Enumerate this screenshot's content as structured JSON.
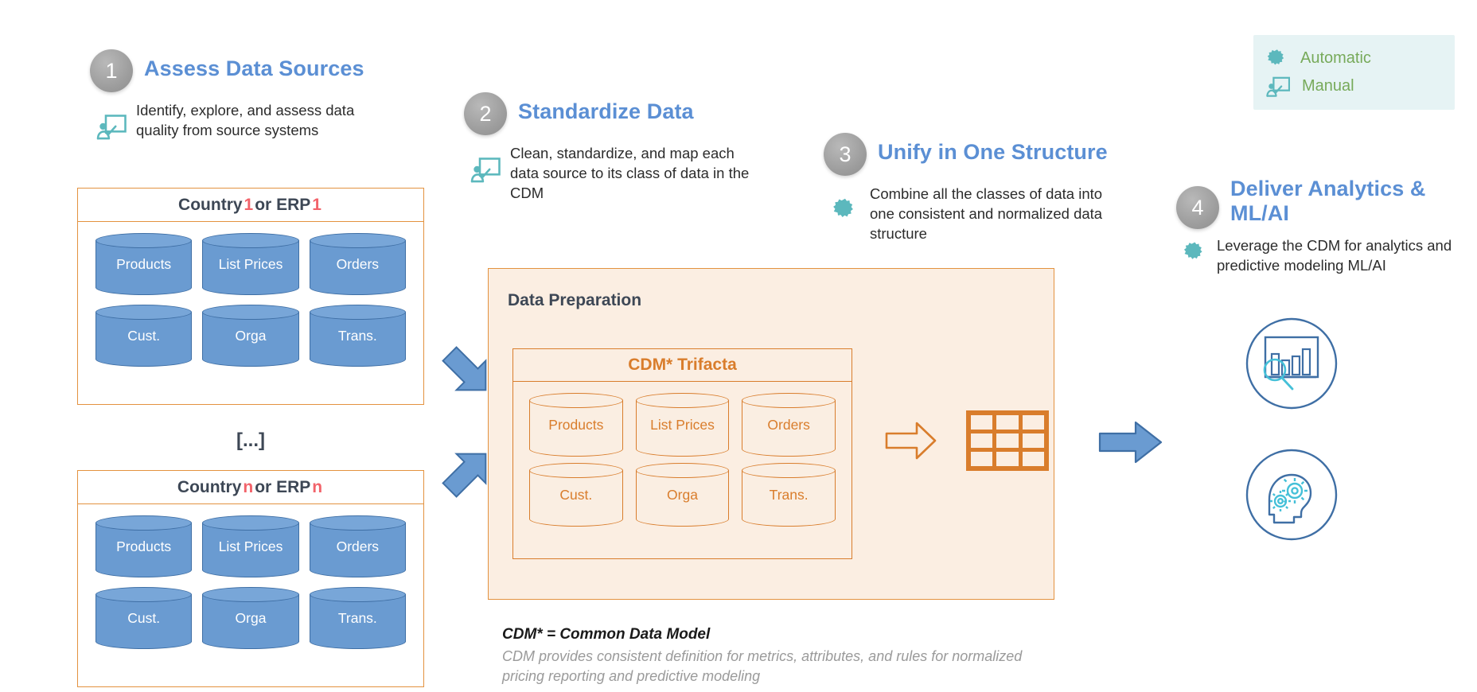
{
  "legend": {
    "items": [
      {
        "icon": "gear-icon",
        "label": "Automatic"
      },
      {
        "icon": "manual-presenter-icon",
        "label": "Manual"
      }
    ],
    "background_color": "#e6f3f4",
    "label_color": "#77aa5a"
  },
  "steps": [
    {
      "number": "1",
      "title": "Assess Data Sources",
      "description": "Identify, explore, and assess data quality from source systems",
      "icon": "manual-presenter-icon"
    },
    {
      "number": "2",
      "title": "Standardize Data",
      "description": "Clean, standardize, and map each data source to its class of data in the CDM",
      "icon": "manual-presenter-icon"
    },
    {
      "number": "3",
      "title": "Unify in One Structure",
      "description": "Combine all the classes of data into one consistent and normalized data structure",
      "icon": "gear-icon"
    },
    {
      "number": "4",
      "title": "Deliver Analytics & ML/AI",
      "description": "Leverage the CDM for analytics and predictive modeling ML/AI",
      "icon": "gear-icon"
    }
  ],
  "sources": [
    {
      "header_prefix": "Country ",
      "header_index": "1",
      "header_middle": " or ERP ",
      "header_index2": "1",
      "cylinders": [
        "Products",
        "List Prices",
        "Orders",
        "Cust.",
        "Orga",
        "Trans."
      ]
    },
    {
      "header_prefix": "Country ",
      "header_index": "n",
      "header_middle": " or ERP ",
      "header_index2": "n",
      "cylinders": [
        "Products",
        "List Prices",
        "Orders",
        "Cust.",
        "Orga",
        "Trans."
      ]
    }
  ],
  "ellipsis": "[...]",
  "preparation": {
    "title": "Data Preparation",
    "cdm_title": "CDM* Trifacta",
    "cylinders": [
      "Products",
      "List Prices",
      "Orders",
      "Cust.",
      "Orga",
      "Trans."
    ],
    "output_icon": "grid-table-icon",
    "arrow_icon": "arrow-right-outline-icon"
  },
  "footnote": {
    "title": "CDM* = Common Data Model",
    "body": "CDM provides consistent definition for metrics, attributes, and rules for normalized pricing reporting and predictive modeling"
  },
  "outputs": [
    {
      "icon": "analytics-chart-magnifier-icon"
    },
    {
      "icon": "ai-head-gears-icon"
    }
  ],
  "arrows": [
    {
      "name": "arrow-source1-to-prep",
      "direction": "down-right"
    },
    {
      "name": "arrow-source2-to-prep",
      "direction": "up-right"
    },
    {
      "name": "arrow-prep-to-outputs",
      "direction": "right"
    }
  ],
  "colors": {
    "accent_blue": "#5b8fd4",
    "accent_orange": "#d97d2c",
    "cylinder_blue": "#6a9bd1",
    "teal": "#5cb8bd",
    "highlight_red": "#f2636a",
    "panel_cream": "#fbeee2"
  }
}
